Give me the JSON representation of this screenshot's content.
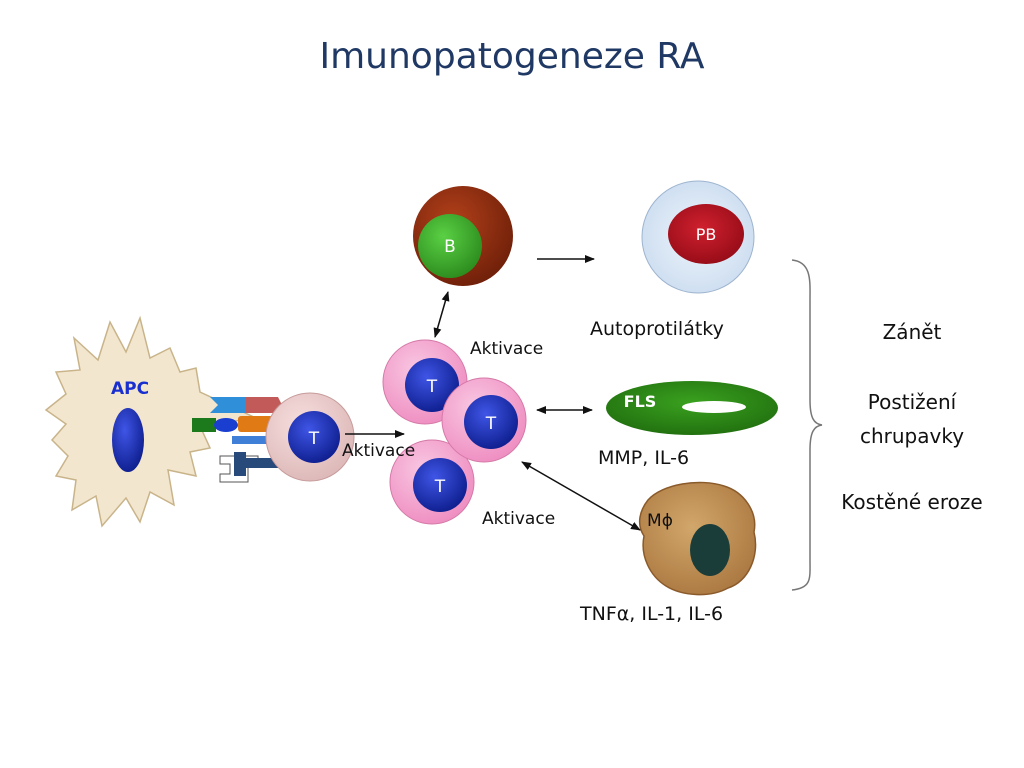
{
  "slide": {
    "title": "Imunopatogeneze RA"
  },
  "cells": {
    "apc": "APC",
    "t": "T",
    "b": "B",
    "pb": "PB",
    "fls": "FLS",
    "macrophage": "Mϕ"
  },
  "labels": {
    "activation_left": "Aktivace",
    "activation_top": "Aktivace",
    "activation_bottom": "Aktivace",
    "autoantibodies": "Autoprotilátky",
    "mmp": "MMP, IL-6",
    "tnf": "TNFα, IL-1, IL-6"
  },
  "outcomes": {
    "inflammation": "Zánět",
    "cartilage_line1": "Postižení",
    "cartilage_line2": "chrupavky",
    "bone": "Kostěné eroze"
  },
  "colors": {
    "title": "#1f3864",
    "apc_body": "#f2e6cf",
    "nucleus_blue": "#1a2fb0",
    "t_cell_pink": "#f4a6d0",
    "b_outer": "#8b2a0f",
    "b_inner": "#3fae2d",
    "pb_outer": "#dde9f6",
    "pb_inner": "#b10d1b",
    "fls_green": "#2a7d14",
    "macrophage_body": "#b88a4e",
    "macrophage_nucleus": "#1b3d3a"
  }
}
